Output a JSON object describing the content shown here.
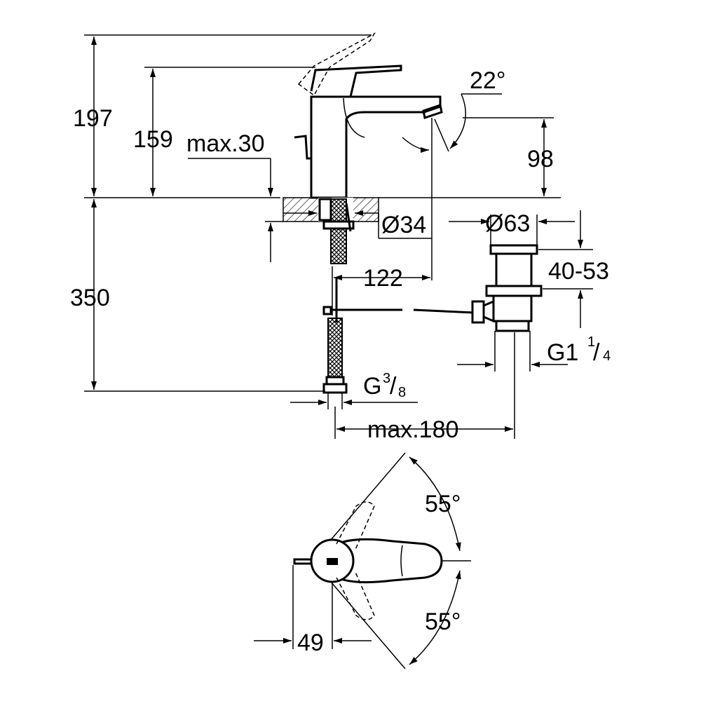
{
  "drawing": {
    "dimensions": {
      "height_total": "197",
      "height_lever": "159",
      "deck_thickness": "max.30",
      "spout_angle": "22°",
      "spout_height": "98",
      "hole_diameter": "Ø34",
      "waste_diameter": "Ø63",
      "waste_range": "40-53",
      "below_deck": "350",
      "spout_reach": "122",
      "waste_thread_prefix": "G1",
      "waste_thread_num": "1",
      "waste_thread_den": "4",
      "hose_thread_prefix": "G",
      "hose_thread_num": "3",
      "hose_thread_den": "8",
      "hose_to_waste": "max.180",
      "rotation_left": "55°",
      "rotation_right": "55°",
      "lever_offset": "49"
    }
  }
}
